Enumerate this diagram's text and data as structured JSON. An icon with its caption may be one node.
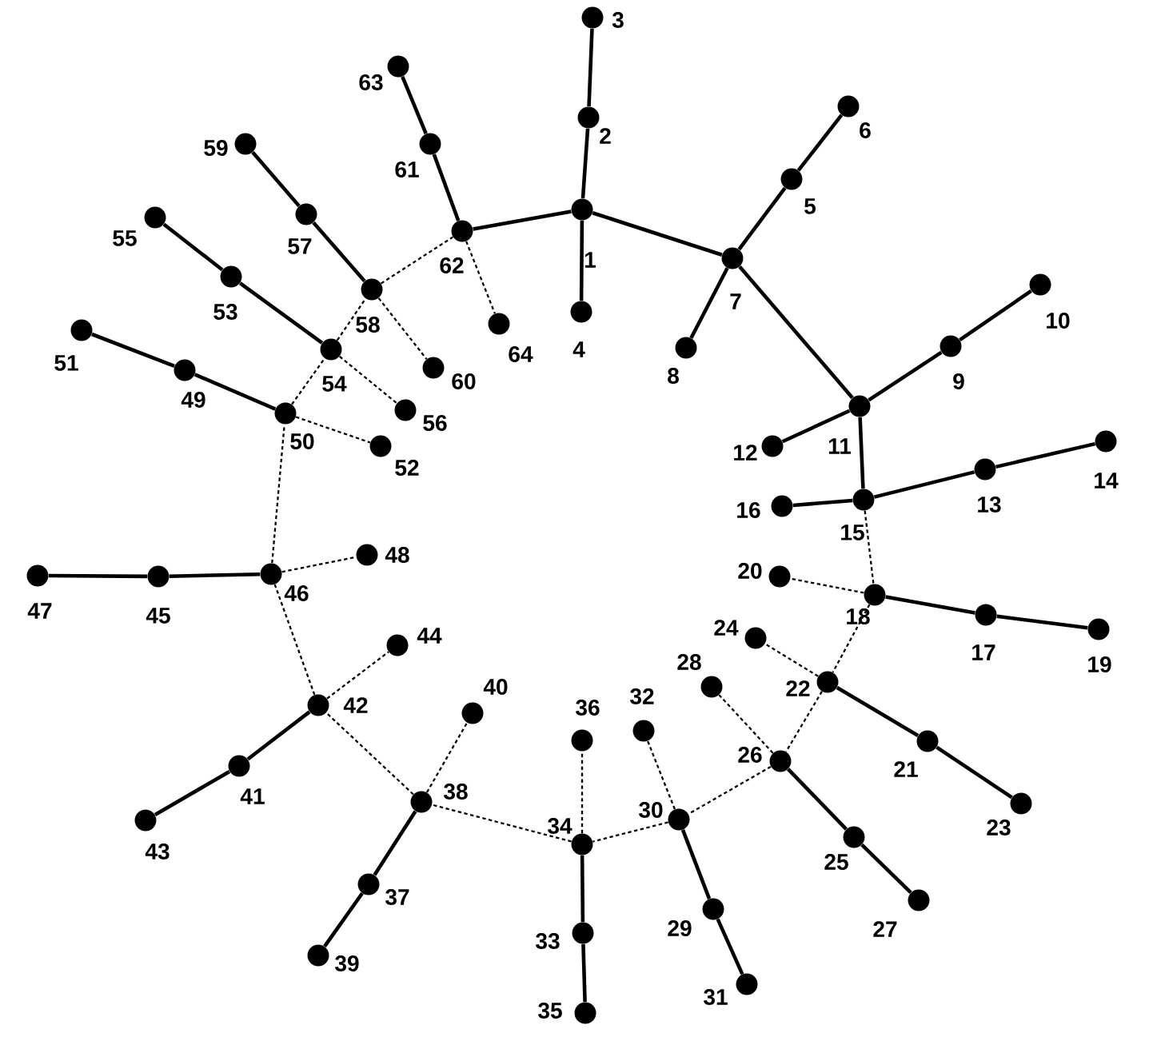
{
  "diagram": {
    "nodes": [
      {
        "text": [],
        "shape": "circle",
        "beside": [
          "1"
        ]
      },
      {
        "text": [],
        "shape": "circle",
        "beside": [
          "2"
        ]
      },
      {
        "text": [],
        "shape": "circle",
        "beside": [
          "3"
        ]
      },
      {
        "text": [],
        "shape": "circle",
        "beside": [
          "4"
        ]
      },
      {
        "text": [],
        "shape": "circle",
        "beside": [
          "5"
        ]
      },
      {
        "text": [],
        "shape": "circle",
        "beside": [
          "6"
        ]
      },
      {
        "text": [],
        "shape": "circle",
        "beside": [
          "7"
        ]
      },
      {
        "text": [],
        "shape": "circle",
        "beside": [
          "8"
        ]
      },
      {
        "text": [],
        "shape": "circle",
        "beside": [
          "9"
        ]
      },
      {
        "text": [],
        "shape": "circle",
        "beside": [
          "10"
        ]
      },
      {
        "text": [],
        "shape": "circle",
        "beside": [
          "11"
        ]
      },
      {
        "text": [],
        "shape": "circle",
        "beside": [
          "12"
        ]
      },
      {
        "text": [],
        "shape": "circle",
        "beside": [
          "13"
        ]
      },
      {
        "text": [],
        "shape": "circle",
        "beside": [
          "14"
        ]
      },
      {
        "text": [],
        "shape": "circle",
        "beside": [
          "15"
        ]
      },
      {
        "text": [],
        "shape": "circle",
        "beside": [
          "16"
        ]
      },
      {
        "text": [],
        "shape": "circle",
        "beside": [
          "17"
        ]
      },
      {
        "text": [],
        "shape": "circle",
        "beside": [
          "18"
        ]
      },
      {
        "text": [],
        "shape": "circle",
        "beside": [
          "19"
        ]
      },
      {
        "text": [],
        "shape": "circle",
        "beside": [
          "20"
        ]
      },
      {
        "text": [],
        "shape": "circle",
        "beside": [
          "21"
        ]
      },
      {
        "text": [],
        "shape": "circle",
        "beside": [
          "22"
        ]
      },
      {
        "text": [],
        "shape": "circle",
        "beside": [
          "23"
        ]
      },
      {
        "text": [],
        "shape": "circle",
        "beside": [
          "24"
        ]
      },
      {
        "text": [],
        "shape": "circle",
        "beside": [
          "25"
        ]
      },
      {
        "text": [],
        "shape": "circle",
        "beside": [
          "26"
        ]
      },
      {
        "text": [],
        "shape": "circle",
        "beside": [
          "27"
        ]
      },
      {
        "text": [],
        "shape": "circle",
        "beside": [
          "28"
        ]
      },
      {
        "text": [],
        "shape": "circle",
        "beside": [
          "29"
        ]
      },
      {
        "text": [],
        "shape": "circle",
        "beside": [
          "30"
        ]
      },
      {
        "text": [],
        "shape": "circle",
        "beside": [
          "31"
        ]
      },
      {
        "text": [],
        "shape": "circle",
        "beside": [
          "32"
        ]
      },
      {
        "text": [],
        "shape": "circle",
        "beside": [
          "33"
        ]
      },
      {
        "text": [],
        "shape": "circle",
        "beside": [
          "34"
        ]
      },
      {
        "text": [],
        "shape": "circle",
        "beside": [
          "35"
        ]
      },
      {
        "text": [],
        "shape": "circle",
        "beside": [
          "36"
        ]
      },
      {
        "text": [],
        "shape": "circle",
        "beside": [
          "37"
        ]
      },
      {
        "text": [],
        "shape": "circle",
        "beside": [
          "38"
        ]
      },
      {
        "text": [],
        "shape": "circle",
        "beside": [
          "39"
        ]
      },
      {
        "text": [],
        "shape": "circle",
        "beside": [
          "40"
        ]
      },
      {
        "text": [],
        "shape": "circle",
        "beside": [
          "41"
        ]
      },
      {
        "text": [],
        "shape": "circle",
        "beside": [
          "42"
        ]
      },
      {
        "text": [],
        "shape": "circle",
        "beside": [
          "43"
        ]
      },
      {
        "text": [],
        "shape": "circle",
        "beside": [
          "44"
        ]
      },
      {
        "text": [],
        "shape": "circle",
        "beside": [
          "45"
        ]
      },
      {
        "text": [],
        "shape": "circle",
        "beside": [
          "46"
        ]
      },
      {
        "text": [],
        "shape": "circle",
        "beside": [
          "47"
        ]
      },
      {
        "text": [],
        "shape": "circle",
        "beside": [
          "48"
        ]
      },
      {
        "text": [],
        "shape": "circle",
        "beside": [
          "49"
        ]
      },
      {
        "text": [],
        "shape": "circle",
        "beside": [
          "50"
        ]
      },
      {
        "text": [],
        "shape": "circle",
        "beside": [
          "51"
        ]
      },
      {
        "text": [],
        "shape": "circle",
        "beside": [
          "52"
        ]
      },
      {
        "text": [],
        "shape": "circle",
        "beside": [
          "53"
        ]
      },
      {
        "text": [],
        "shape": "circle",
        "beside": [
          "54"
        ]
      },
      {
        "text": [],
        "shape": "circle",
        "beside": [
          "55"
        ]
      },
      {
        "text": [],
        "shape": "circle",
        "beside": [
          "56"
        ]
      },
      {
        "text": [],
        "shape": "circle",
        "beside": [
          "57"
        ]
      },
      {
        "text": [],
        "shape": "circle",
        "beside": [
          "58"
        ]
      },
      {
        "text": [],
        "shape": "circle",
        "beside": [
          "59"
        ]
      },
      {
        "text": [],
        "shape": "circle",
        "beside": [
          "60"
        ]
      },
      {
        "text": [],
        "shape": "circle",
        "beside": [
          "61"
        ]
      },
      {
        "text": [],
        "shape": "circle",
        "beside": [
          "62"
        ]
      },
      {
        "text": [],
        "shape": "circle",
        "beside": [
          "63"
        ]
      },
      {
        "text": [],
        "shape": "circle",
        "beside": [
          "64"
        ]
      }
    ],
    "edges": [
      {
        "from": 0,
        "to": 1,
        "arrow": "none"
      },
      {
        "from": 1,
        "to": 2,
        "arrow": "none"
      },
      {
        "from": 0,
        "to": 3,
        "arrow": "none"
      },
      {
        "from": 0,
        "to": 61,
        "arrow": "none"
      },
      {
        "from": 0,
        "to": 6,
        "arrow": "none"
      },
      {
        "from": 6,
        "to": 4,
        "arrow": "none"
      },
      {
        "from": 4,
        "to": 5,
        "arrow": "none"
      },
      {
        "from": 6,
        "to": 7,
        "arrow": "none"
      },
      {
        "from": 6,
        "to": 10,
        "arrow": "none"
      },
      {
        "from": 10,
        "to": 8,
        "arrow": "none"
      },
      {
        "from": 8,
        "to": 9,
        "arrow": "none"
      },
      {
        "from": 10,
        "to": 11,
        "arrow": "none"
      },
      {
        "from": 10,
        "to": 14,
        "arrow": "none"
      },
      {
        "from": 14,
        "to": 12,
        "arrow": "none"
      },
      {
        "from": 12,
        "to": 13,
        "arrow": "none"
      },
      {
        "from": 14,
        "to": 15,
        "arrow": "none"
      },
      {
        "from": 17,
        "to": 16,
        "arrow": "none"
      },
      {
        "from": 16,
        "to": 18,
        "arrow": "none"
      },
      {
        "from": 21,
        "to": 20,
        "arrow": "none"
      },
      {
        "from": 20,
        "to": 22,
        "arrow": "none"
      },
      {
        "from": 25,
        "to": 24,
        "arrow": "none"
      },
      {
        "from": 24,
        "to": 26,
        "arrow": "none"
      },
      {
        "from": 29,
        "to": 28,
        "arrow": "none"
      },
      {
        "from": 28,
        "to": 30,
        "arrow": "none"
      },
      {
        "from": 33,
        "to": 32,
        "arrow": "none"
      },
      {
        "from": 32,
        "to": 34,
        "arrow": "none"
      },
      {
        "from": 37,
        "to": 36,
        "arrow": "none"
      },
      {
        "from": 36,
        "to": 38,
        "arrow": "none"
      },
      {
        "from": 41,
        "to": 40,
        "arrow": "none"
      },
      {
        "from": 40,
        "to": 42,
        "arrow": "none"
      },
      {
        "from": 45,
        "to": 44,
        "arrow": "none"
      },
      {
        "from": 44,
        "to": 46,
        "arrow": "none"
      },
      {
        "from": 49,
        "to": 48,
        "arrow": "none"
      },
      {
        "from": 48,
        "to": 50,
        "arrow": "none"
      },
      {
        "from": 53,
        "to": 52,
        "arrow": "none"
      },
      {
        "from": 52,
        "to": 54,
        "arrow": "none"
      },
      {
        "from": 57,
        "to": 56,
        "arrow": "none"
      },
      {
        "from": 56,
        "to": 58,
        "arrow": "none"
      },
      {
        "from": 61,
        "to": 60,
        "arrow": "none"
      },
      {
        "from": 60,
        "to": 62,
        "arrow": "none"
      },
      {
        "from": 14,
        "to": 17,
        "arrow": "none",
        "style": "dashed"
      },
      {
        "from": 17,
        "to": 19,
        "arrow": "none",
        "style": "dashed"
      },
      {
        "from": 17,
        "to": 21,
        "arrow": "none",
        "style": "dashed"
      },
      {
        "from": 21,
        "to": 23,
        "arrow": "none",
        "style": "dashed"
      },
      {
        "from": 21,
        "to": 25,
        "arrow": "none",
        "style": "dashed"
      },
      {
        "from": 25,
        "to": 27,
        "arrow": "none",
        "style": "dashed"
      },
      {
        "from": 25,
        "to": 29,
        "arrow": "none",
        "style": "dashed"
      },
      {
        "from": 29,
        "to": 31,
        "arrow": "none",
        "style": "dashed"
      },
      {
        "from": 29,
        "to": 33,
        "arrow": "none",
        "style": "dashed"
      },
      {
        "from": 33,
        "to": 35,
        "arrow": "none",
        "style": "dashed"
      },
      {
        "from": 33,
        "to": 37,
        "arrow": "none",
        "style": "dashed"
      },
      {
        "from": 37,
        "to": 39,
        "arrow": "none",
        "style": "dashed"
      },
      {
        "from": 37,
        "to": 41,
        "arrow": "none",
        "style": "dashed"
      },
      {
        "from": 41,
        "to": 43,
        "arrow": "none",
        "style": "dashed"
      },
      {
        "from": 41,
        "to": 45,
        "arrow": "none",
        "style": "dashed"
      },
      {
        "from": 45,
        "to": 47,
        "arrow": "none",
        "style": "dashed"
      },
      {
        "from": 45,
        "to": 49,
        "arrow": "none",
        "style": "dashed"
      },
      {
        "from": 49,
        "to": 51,
        "arrow": "none",
        "style": "dashed"
      },
      {
        "from": 49,
        "to": 53,
        "arrow": "none",
        "style": "dashed"
      },
      {
        "from": 53,
        "to": 55,
        "arrow": "none",
        "style": "dashed"
      },
      {
        "from": 53,
        "to": 57,
        "arrow": "none",
        "style": "dashed"
      },
      {
        "from": 57,
        "to": 59,
        "arrow": "none",
        "style": "dashed"
      },
      {
        "from": 57,
        "to": 61,
        "arrow": "none",
        "style": "dashed"
      },
      {
        "from": 61,
        "to": 63,
        "arrow": "none",
        "style": "dashed"
      }
    ]
  }
}
